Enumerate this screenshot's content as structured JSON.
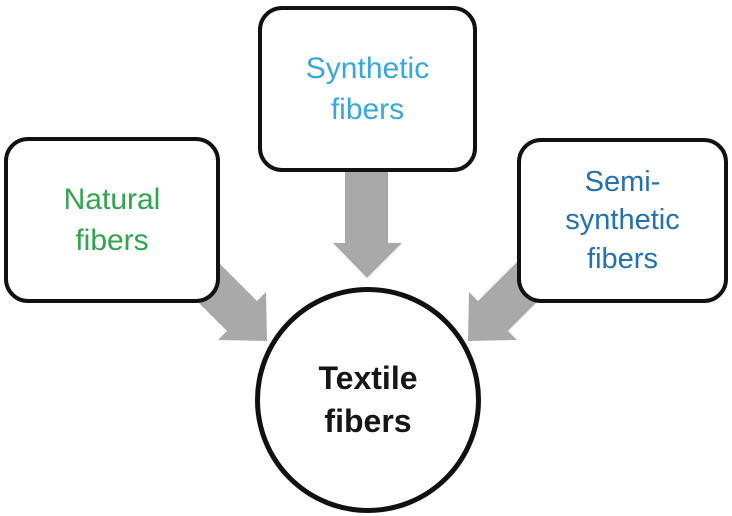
{
  "diagram": {
    "type": "converging-concept-map",
    "center": {
      "id": "textile-fibers",
      "label": "Textile fibers",
      "text": "Textile\nfibers",
      "shape": "circle",
      "text_color": "#161616"
    },
    "nodes": [
      {
        "id": "natural-fibers",
        "label": "Natural fibers",
        "text": "Natural\nfibers",
        "shape": "rounded-rectangle",
        "text_color": "#2fa54e",
        "position": "left"
      },
      {
        "id": "synthetic-fibers",
        "label": "Synthetic fibers",
        "text": "Synthetic\nfibers",
        "shape": "rounded-rectangle",
        "text_color": "#35a8de",
        "position": "top-center"
      },
      {
        "id": "semi-synthetic-fibers",
        "label": "Semi-synthetic fibers",
        "text": "Semi-\nsynthetic\nfibers",
        "shape": "rounded-rectangle",
        "text_color": "#2271b5",
        "position": "right"
      }
    ],
    "arrows": [
      {
        "from": "Natural fibers",
        "to": "Textile fibers",
        "direction": "down-right"
      },
      {
        "from": "Synthetic fibers",
        "to": "Textile fibers",
        "direction": "down"
      },
      {
        "from": "Semi-synthetic fibers",
        "to": "Textile fibers",
        "direction": "down-left"
      }
    ],
    "colors": {
      "arrow_gray": "#a9a9a9",
      "outline_black": "#111111",
      "background": "#ffffff",
      "natural_green": "#2fa54e",
      "synthetic_light_blue": "#35a8de",
      "semi_synthetic_dark_blue": "#2271b5",
      "center_text_black": "#161616"
    }
  }
}
